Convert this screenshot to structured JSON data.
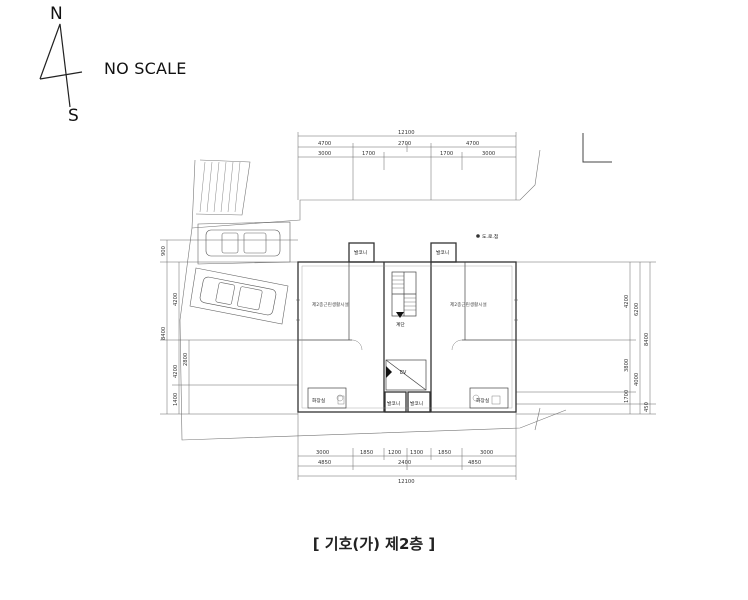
{
  "compass": {
    "north": "N",
    "south": "S"
  },
  "scale_note": "NO SCALE",
  "floor_title": "[ 기호(가) 제2층 ]",
  "dims": {
    "top_total": "12100",
    "top_mid": [
      "4700",
      "2700",
      "4700"
    ],
    "top_sub": [
      "3000",
      "1700",
      "1700",
      "3000"
    ],
    "bottom_sub": [
      "3000",
      "1850",
      "1200",
      "1300",
      "1850",
      "3000"
    ],
    "bottom_mid": [
      "4850",
      "2400",
      "4850"
    ],
    "bottom_total": "12100",
    "left_outer": "8400",
    "left_a": [
      "4200",
      "1400"
    ],
    "left_b": [
      "2800"
    ],
    "left_top": [
      "900",
      "4200"
    ],
    "right_a": [
      "4200",
      "3800",
      "1700"
    ],
    "right_b": [
      "6200",
      "4000"
    ],
    "right_total": "8400",
    "right_small": "450"
  },
  "rooms": {
    "left_unit": "제2종근린생활시설",
    "right_unit": "제2종근린생활시설",
    "balcony_tl": "발코니",
    "balcony_tr": "발코니",
    "balcony_bl": "발코니",
    "balcony_br": "발코니",
    "toilet_l": "화장실",
    "toilet_r": "화장실",
    "elev": "EV",
    "stair": "계단",
    "site_note": "도.로.점"
  }
}
